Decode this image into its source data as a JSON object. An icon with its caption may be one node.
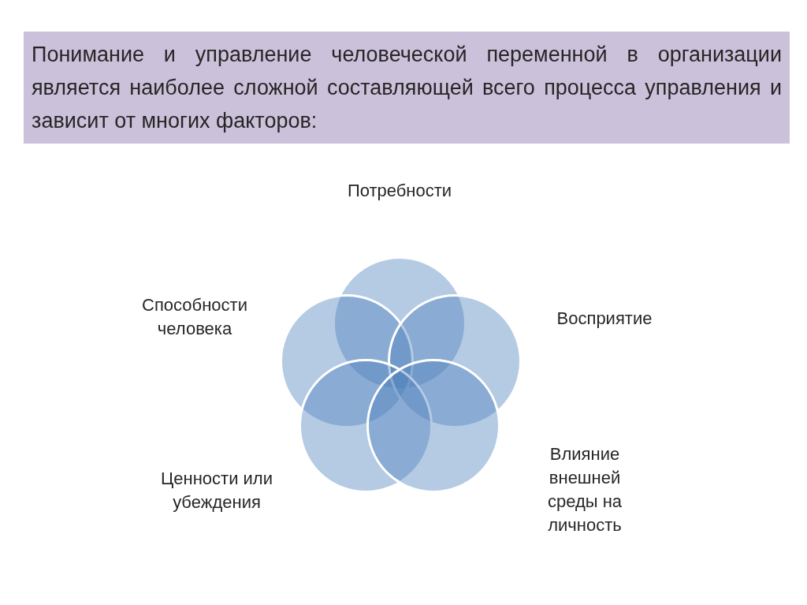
{
  "diagram": {
    "title": "Понимание и управление человеческой переменной в организации является наиболее сложной составляющей всего процесса управления и зависит от многих факторов:",
    "nodes": [
      {
        "text": [],
        "shape": "circle",
        "beside": [
          "Потребности"
        ]
      },
      {
        "text": [],
        "shape": "circle",
        "beside": [
          "Способности человека"
        ]
      },
      {
        "text": [],
        "shape": "circle",
        "beside": [
          "Восприятие"
        ]
      },
      {
        "text": [],
        "shape": "circle",
        "beside": [
          "Ценности или убеждения"
        ]
      },
      {
        "text": [],
        "shape": "circle",
        "beside": [
          "Влияние внешней среды на личность"
        ]
      }
    ]
  }
}
